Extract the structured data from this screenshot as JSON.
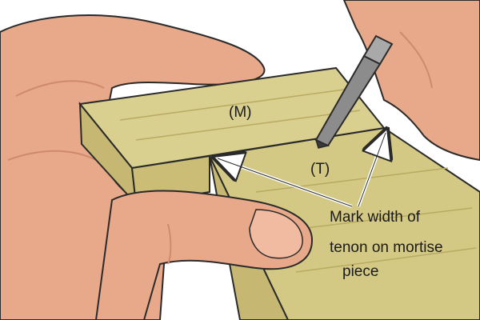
{
  "labels": {
    "mortise": "(M)",
    "tenon": "(T)"
  },
  "caption": {
    "line1": "Mark width of",
    "line2": "tenon on mortise",
    "line3": "piece"
  },
  "colors": {
    "background": "#ffffff",
    "skin": "#e8a88a",
    "skin_shadow": "#cf8a6c",
    "wood_top": "#d9cf8e",
    "wood_side": "#c6b872",
    "wood_grain": "#b8aa62",
    "pencil_body": "#8c8c8c",
    "outline": "#2a2a2a"
  }
}
